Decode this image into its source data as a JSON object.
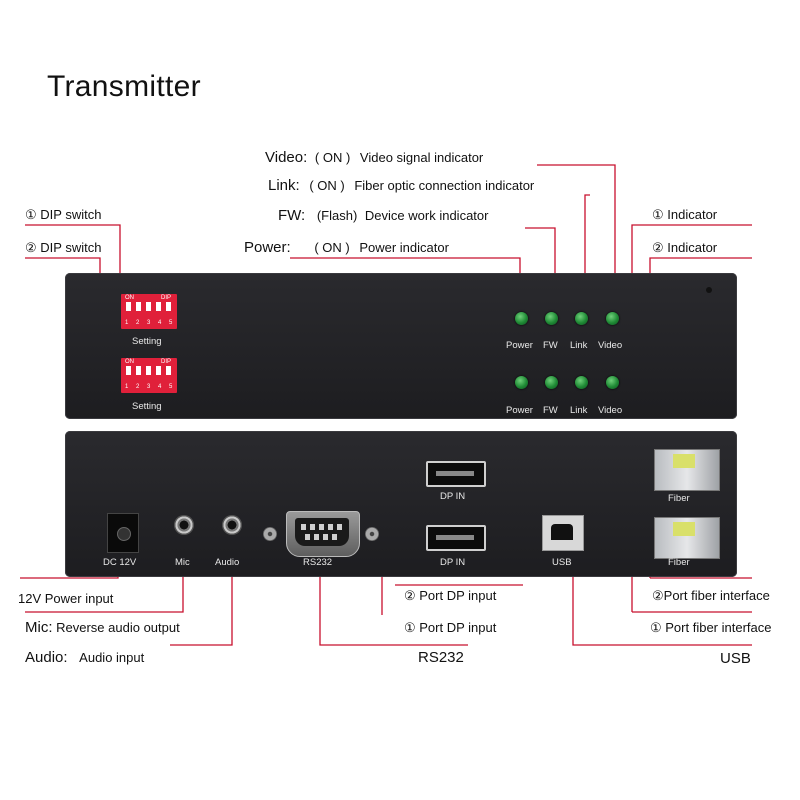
{
  "title": "Transmitter",
  "top_labels": {
    "video": {
      "key": "Video:",
      "state": "( ON )",
      "desc": "Video signal indicator"
    },
    "link": {
      "key": "Link:",
      "state": "( ON )",
      "desc": "Fiber optic connection indicator"
    },
    "fw": {
      "key": "FW:",
      "state": "(Flash)",
      "desc": "Device work indicator"
    },
    "power": {
      "key": "Power:",
      "state": "( ON )",
      "desc": "Power indicator"
    },
    "dip1": "① DIP switch",
    "dip2": "② DIP switch",
    "ind1": "① Indicator",
    "ind2": "② Indicator"
  },
  "front_panel": {
    "setting": "Setting",
    "dip_on": "ON",
    "dip_dip": "DIP",
    "dip_nums": "1 2 3 4 5",
    "leds": [
      "Power",
      "FW",
      "Link",
      "Video"
    ]
  },
  "rear_panel": {
    "dc": "DC 12V",
    "mic": "Mic",
    "audio": "Audio",
    "rs232": "RS232",
    "dp_in_1": "DP IN",
    "dp_in_2": "DP IN",
    "usb": "USB",
    "fiber_1": "Fiber",
    "fiber_2": "Fiber"
  },
  "bottom_labels": {
    "power_input": "12V Power input",
    "mic_key": "Mic:",
    "mic_desc": "Reverse audio output",
    "audio_key": "Audio:",
    "audio_desc": "Audio input",
    "rs232": "RS232",
    "port_dp_2": "② Port DP input",
    "port_dp_1": "① Port DP input",
    "usb": "USB",
    "port_fiber_2": "②Port fiber interface",
    "port_fiber_1": "① Port fiber interface"
  },
  "colors": {
    "callout_line": "#c8102e",
    "panel": "#232326",
    "led": "#2ea043",
    "dip": "#e0203a"
  }
}
